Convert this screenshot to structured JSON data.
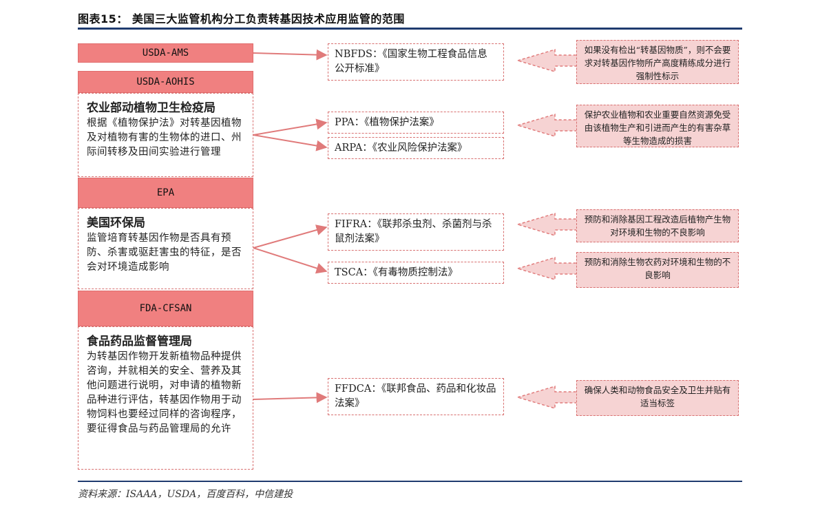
{
  "title": "图表15：  美国三大监管机构分工负责转基因技术应用监管的范围",
  "source": "资料来源：ISAAA，USDA，百度百科，中信建投",
  "headers": {
    "usda_ams": "USDA-AMS",
    "usda_aphis": "USDA-AOHIS",
    "epa": "EPA",
    "fda": "FDA-CFSAN"
  },
  "agencies": {
    "aphis": {
      "name": "农业部动植物卫生检疫局",
      "desc": "根据《植物保护法》对转基因植物及对植物有害的生物体的进口、州际间转移及田间实验进行管理"
    },
    "epa": {
      "name": "美国环保局",
      "desc": "监管培育转基因作物是否具有预防、杀害或驱赶害虫的特征，是否会对环境造成影响"
    },
    "fda": {
      "name": "食品药品监督管理局",
      "desc": "为转基因作物开发新植物品种提供咨询，并就相关的安全、营养及其他问题进行说明，对申请的植物新品种进行评估，转基因作物用于动物饲料也要经过同样的咨询程序，要征得食品与药品管理局的允许"
    }
  },
  "laws": {
    "nbfds": "NBFDS：《国家生物工程食品信息公开标准》",
    "ppa": "PPA：《植物保护法案》",
    "arpa": "ARPA：《农业风险保护法案》",
    "fifra": "FIFRA：《联邦杀虫剂、杀菌剂与杀鼠剂法案》",
    "tsca": "TSCA：《有毒物质控制法》",
    "ffdca": "FFDCA：《联邦食品、药品和化妆品法案》"
  },
  "notes": {
    "nbfds": "如果没有检出“转基因物质”，则不会要求对转基因作物所产高度精练成分进行强制性标示",
    "ppa": "保护农业植物和农业重要自然资源免受由该植物生产和引进而产生的有害杂草等生物造成的损害",
    "fifra": "预防和消除基因工程改造后植物产生物对环境和生物的不良影响",
    "tsca": "预防和消除生物农药对环境和生物的不良影响",
    "ffdca": "确保人类和动物食品安全及卫生并贴有适当标签"
  },
  "colors": {
    "accent_header": "#f08080",
    "note_fill": "#f6d3d3",
    "connector": "#e07a7a",
    "rule": "#1f3b6f"
  }
}
